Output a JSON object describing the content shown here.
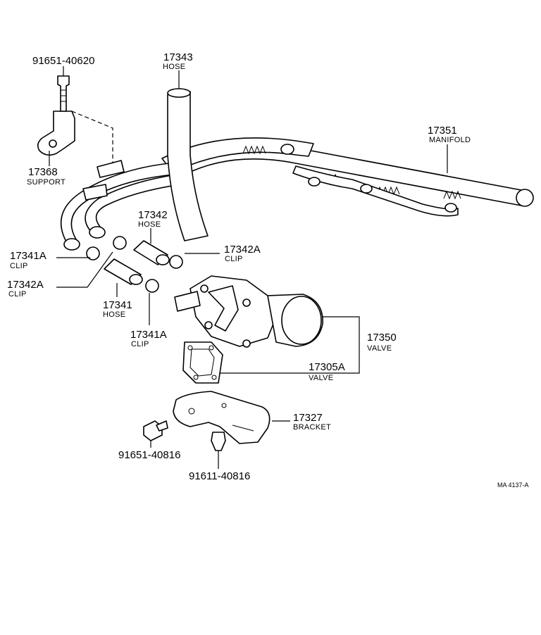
{
  "callouts": {
    "bolt_top": {
      "part_no": "91651-40620"
    },
    "support": {
      "part_no": "17368",
      "name": "SUPPORT"
    },
    "hose_top": {
      "part_no": "17343",
      "name": "HOSE"
    },
    "manifold": {
      "part_no": "17351",
      "name": "MANIFOLD"
    },
    "hose_mid": {
      "part_no": "17342",
      "name": "HOSE"
    },
    "clip_mid_r": {
      "part_no": "17342A",
      "name": "CLIP"
    },
    "clip_left_1": {
      "part_no": "17341A",
      "name": "CLIP"
    },
    "clip_left_2": {
      "part_no": "17342A",
      "name": "CLIP"
    },
    "hose_low": {
      "part_no": "17341",
      "name": "HOSE"
    },
    "clip_low": {
      "part_no": "17341A",
      "name": "CLIP"
    },
    "valve_main": {
      "part_no": "17350",
      "name": "VALVE"
    },
    "valve_gasket": {
      "part_no": "17305A",
      "name": "VALVE"
    },
    "bracket": {
      "part_no": "17327",
      "name": "BRACKET"
    },
    "bolt_left": {
      "part_no": "91651-40816"
    },
    "bolt_bottom": {
      "part_no": "91611-40816"
    }
  },
  "reference_code": "MA 4137-A"
}
